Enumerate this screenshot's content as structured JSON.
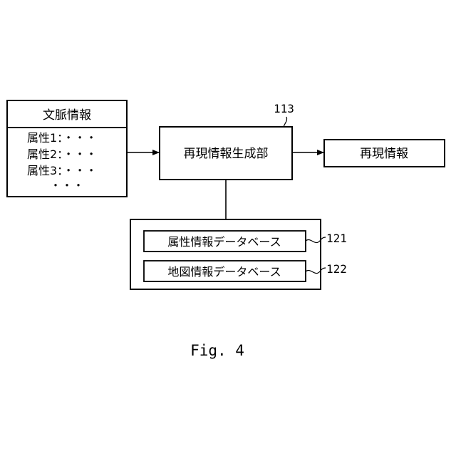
{
  "context_box": {
    "title": "文脈情報",
    "attributes": [
      "属性1：・・・",
      "属性2：・・・",
      "属性3：・・・"
    ],
    "ellipsis": "・・・"
  },
  "generator": {
    "label": "再現情報生成部",
    "ref": "113"
  },
  "output": {
    "label": "再現情報"
  },
  "databases": [
    {
      "label": "属性情報データベース",
      "ref": "121"
    },
    {
      "label": "地図情報データベース",
      "ref": "122"
    }
  ],
  "caption": "Fig. 4"
}
